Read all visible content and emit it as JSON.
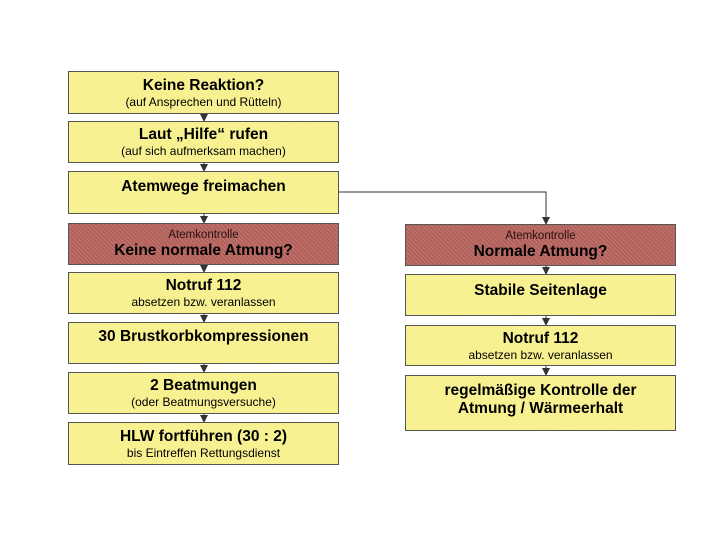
{
  "left_flow": [
    {
      "title": "Keine Reaktion?",
      "subtitle": "(auf Ansprechen und Rütteln)"
    },
    {
      "title": "Laut „Hilfe“ rufen",
      "subtitle": "(auf sich aufmerksam machen)"
    },
    {
      "title": "Atemwege freimachen",
      "subtitle": ""
    },
    {
      "label": "Atemkontrolle",
      "title": "Keine normale Atmung?"
    },
    {
      "title": "Notruf 112",
      "subtitle": "absetzen bzw. veranlassen"
    },
    {
      "title": "30 Brustkorbkompressionen",
      "subtitle": ""
    },
    {
      "title": "2 Beatmungen",
      "subtitle": "(oder Beatmungsversuche)"
    },
    {
      "title": "HLW fortführen (30 : 2)",
      "subtitle": "bis Eintreffen Rettungsdienst"
    }
  ],
  "right_flow": [
    {
      "label": "Atemkontrolle",
      "title": "Normale Atmung?"
    },
    {
      "title": "Stabile Seitenlage",
      "subtitle": ""
    },
    {
      "title": "Notruf 112",
      "subtitle": "absetzen bzw. veranlassen"
    },
    {
      "title_line1": "regelmäßige Kontrolle der",
      "title_line2": "Atmung / Wärmeerhalt"
    }
  ],
  "colors": {
    "box_fill": "#f7f08a",
    "check_fill": "#b3605a",
    "border": "#555555",
    "connector": "#333333"
  }
}
